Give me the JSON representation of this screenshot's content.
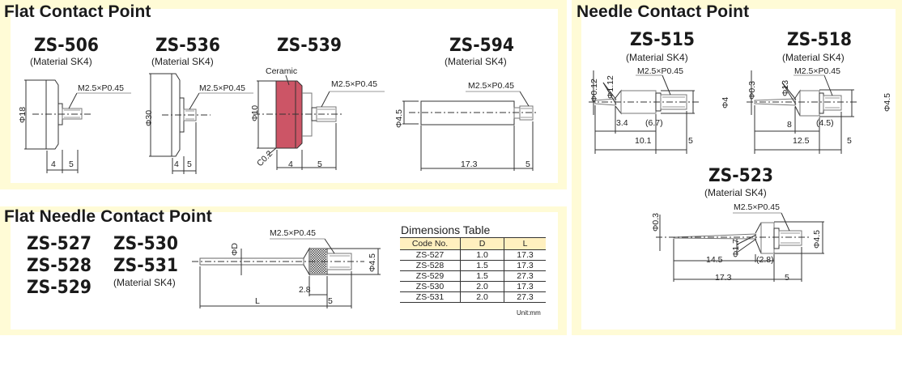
{
  "sections": {
    "flat": {
      "title": "Flat Contact Point",
      "models": [
        {
          "code": "ZS-506",
          "material": "(Material SK4)",
          "thread": "M2.5×P0.45",
          "diameter": "Φ18",
          "dims": [
            "4",
            "5"
          ]
        },
        {
          "code": "ZS-536",
          "material": "(Material SK4)",
          "thread": "M2.5×P0.45",
          "diameter": "Φ30",
          "dims": [
            "4",
            "5"
          ]
        },
        {
          "code": "ZS-539",
          "material_note": "Ceramic",
          "thread": "M2.5×P0.45",
          "diameter": "Φ10",
          "chamfer": "C0.2",
          "dims": [
            "4",
            "5"
          ],
          "ceramic_color": "#cc5566"
        },
        {
          "code": "ZS-594",
          "material": "(Material SK4)",
          "thread": "M2.5×P0.45",
          "diameter": "Φ4.5",
          "dims": [
            "17.3",
            "5"
          ]
        }
      ]
    },
    "flat_needle": {
      "title": "Flat Needle Contact Point",
      "codes": [
        "ZS-527",
        "ZS-528",
        "ZS-529",
        "ZS-530",
        "ZS-531"
      ],
      "material": "(Material SK4)",
      "thread": "M2.5×P0.45",
      "diameter_d": "ΦD",
      "diameter": "Φ4.5",
      "dims": [
        "2.8",
        "L",
        "5"
      ],
      "table": {
        "title": "Dimensions Table",
        "headers": [
          "Code No.",
          "D",
          "L"
        ],
        "rows": [
          [
            "ZS-527",
            "1.0",
            "17.3"
          ],
          [
            "ZS-528",
            "1.5",
            "17.3"
          ],
          [
            "ZS-529",
            "1.5",
            "27.3"
          ],
          [
            "ZS-530",
            "2.0",
            "17.3"
          ],
          [
            "ZS-531",
            "2.0",
            "27.3"
          ]
        ],
        "unit": "Unit:mm",
        "header_color": "#fff0bf"
      }
    },
    "needle": {
      "title": "Needle Contact Point",
      "models": [
        {
          "code": "ZS-515",
          "material": "(Material SK4)",
          "thread": "M2.5×P0.45",
          "tip": "Φ0.12",
          "cone": "Φ1.12",
          "diameter": "Φ4",
          "dims": [
            "3.4",
            "(6.7)",
            "10.1",
            "5"
          ]
        },
        {
          "code": "ZS-518",
          "material": "(Material SK4)",
          "thread": "M2.5×P0.45",
          "tip": "Φ0.3",
          "cone": "Φ13",
          "diameter": "Φ4.5",
          "dims": [
            "8",
            "(4.5)",
            "12.5",
            "5"
          ]
        },
        {
          "code": "ZS-523",
          "material": "(Material SK4)",
          "thread": "M2.5×P0.45",
          "tip": "Φ0.3",
          "cone": "Φ1.7",
          "diameter": "Φ4.5",
          "dims": [
            "14.5",
            "(2.8)",
            "17.3",
            "5"
          ]
        }
      ]
    }
  },
  "colors": {
    "panel_bg": "#fffbd6",
    "inner_bg": "#ffffff"
  }
}
